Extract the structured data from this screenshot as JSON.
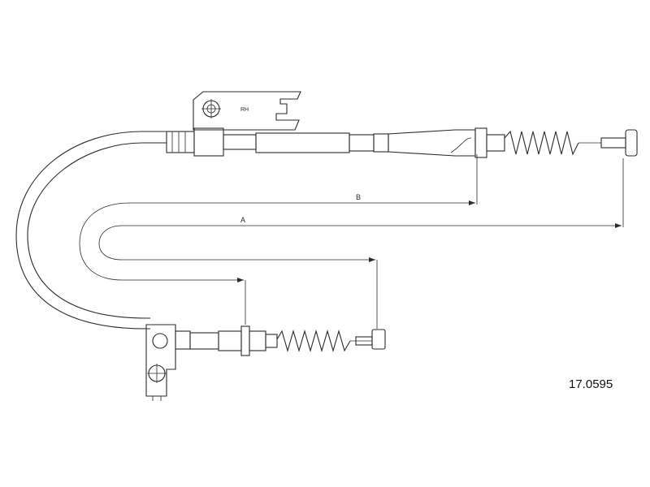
{
  "labels": {
    "dimension_a": "A",
    "dimension_b": "B",
    "side": "RH"
  },
  "part_number": "17.0595",
  "colors": {
    "line": "#2b2b2b",
    "background": "#ffffff"
  }
}
